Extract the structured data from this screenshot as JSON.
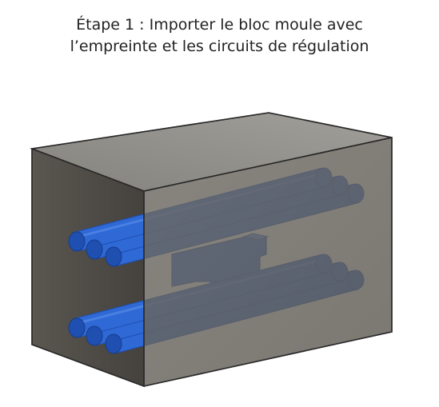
{
  "caption": {
    "line1": "Étape 1 : Importer le bloc moule avec",
    "line2": "l’empreinte et les circuits de régulation"
  },
  "colors": {
    "block_front": "#66625b",
    "block_top": "#8f8d88",
    "block_side": "#4d4a45",
    "edge": "#2a2a2a",
    "channel": "#2f69d6",
    "channel_dark": "#1f4fb0",
    "channel_light": "#5b8fe8"
  },
  "parts": [
    {
      "name": "mold-block",
      "label": ""
    },
    {
      "name": "cavity-insert",
      "label": ""
    },
    {
      "name": "cooling-channel-top",
      "count": 3
    },
    {
      "name": "cooling-channel-bottom",
      "count": 3
    }
  ]
}
